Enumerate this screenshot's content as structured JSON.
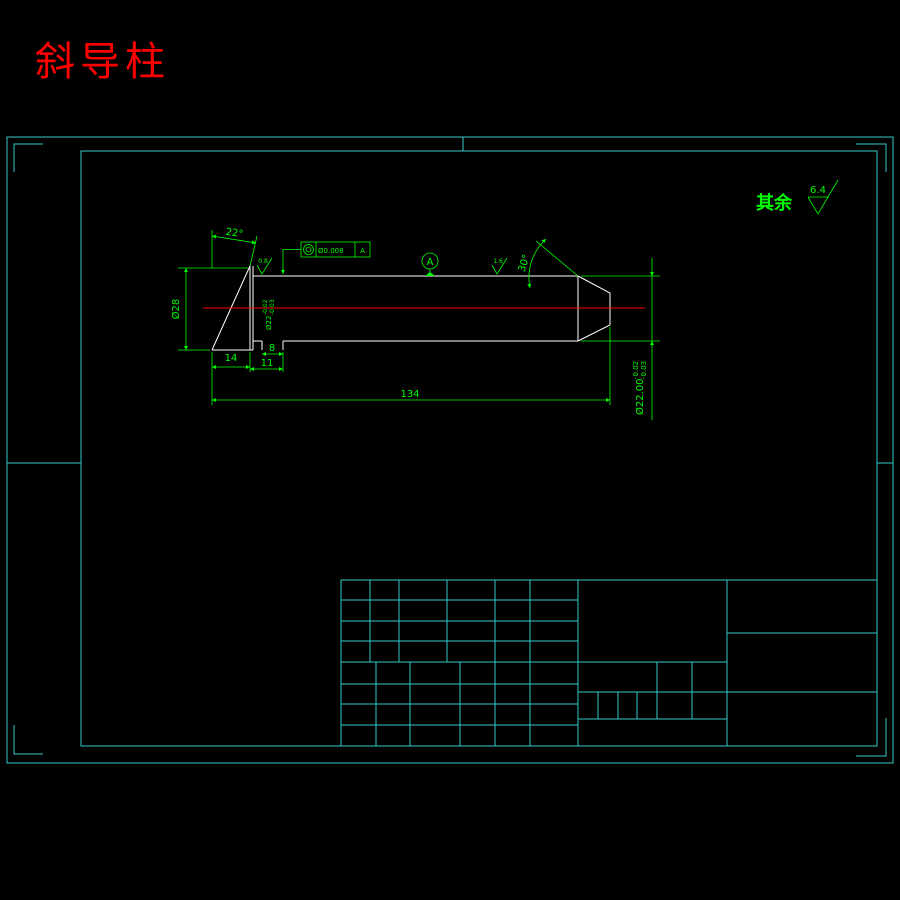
{
  "title": "斜导柱",
  "part": {
    "head_angle": "22°",
    "head_diameter": "Ø28",
    "head_length": "14",
    "shoulder_length": "11",
    "groove_length": "8",
    "overall_length": "134",
    "chamfer_angle": "30°",
    "fit_diameter": {
      "value": "Ø22",
      "upper": "-0.02",
      "lower": "-0.03"
    },
    "body_diameter": {
      "value": "Ø22.00",
      "upper": "-0.02",
      "lower": "-0.03"
    }
  },
  "geometric_tolerance": {
    "symbol": "concentricity-icon",
    "value": "Ø0.008",
    "datum": "A"
  },
  "datum": {
    "label": "A"
  },
  "roughness": {
    "fit_surface": "0.8",
    "body_surface": "1.6",
    "general_label": "其余",
    "general_value": "6.4"
  },
  "colors": {
    "background": "#000000",
    "frame": "#33c9c9",
    "part_outline": "#ffffff",
    "dimension": "#00ff00",
    "centerline": "#ff0000",
    "title": "#ff0000"
  }
}
